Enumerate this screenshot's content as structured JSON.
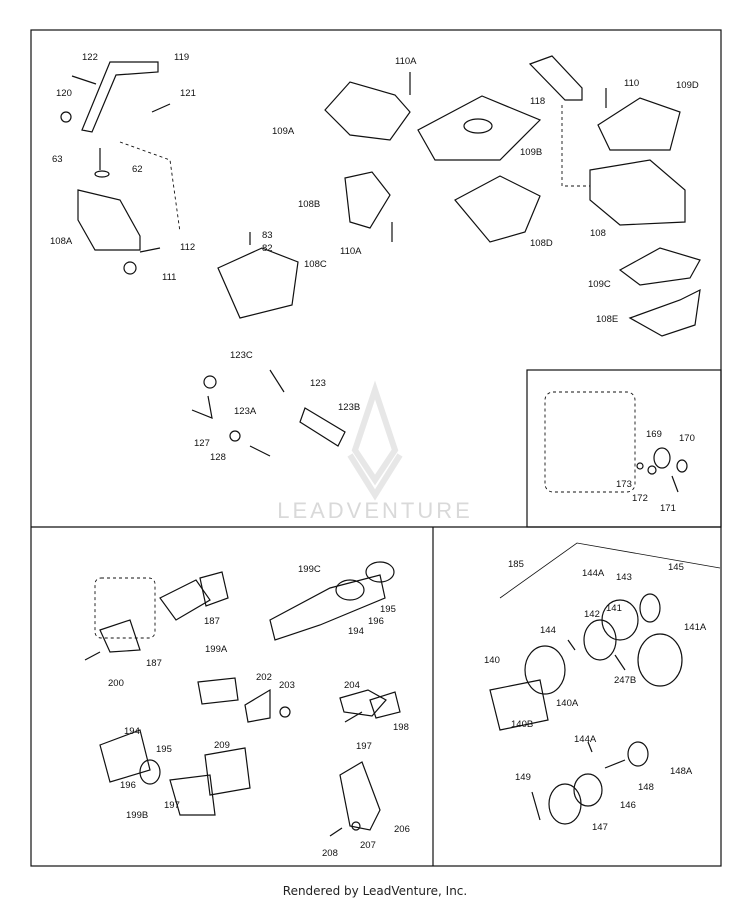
{
  "footer": {
    "text": "Rendered by LeadVenture, Inc."
  },
  "watermark": {
    "text": "LEADVENTURE"
  },
  "panels": {
    "brackets": [
      "122",
      "119",
      "120",
      "121",
      "63",
      "62",
      "108A",
      "112",
      "111",
      "110A",
      "109A",
      "118",
      "110",
      "109D",
      "109B",
      "108B",
      "83",
      "82",
      "108C",
      "110A",
      "108D",
      "108",
      "109C",
      "108E",
      "123C",
      "123",
      "123A",
      "123B",
      "127",
      "128"
    ],
    "detail": [
      "169",
      "170",
      "173",
      "172",
      "171"
    ],
    "muffler": [
      "187",
      "187",
      "200",
      "199C",
      "195",
      "196",
      "194",
      "199A",
      "202",
      "203",
      "204",
      "198",
      "197",
      "194",
      "195",
      "209",
      "196",
      "197",
      "199B",
      "206",
      "208",
      "207"
    ],
    "air_cleaner": [
      "185",
      "144A",
      "143",
      "145",
      "142",
      "141",
      "144",
      "141A",
      "140",
      "247B",
      "140A",
      "140B",
      "144A",
      "149",
      "148",
      "148A",
      "146",
      "147"
    ]
  }
}
